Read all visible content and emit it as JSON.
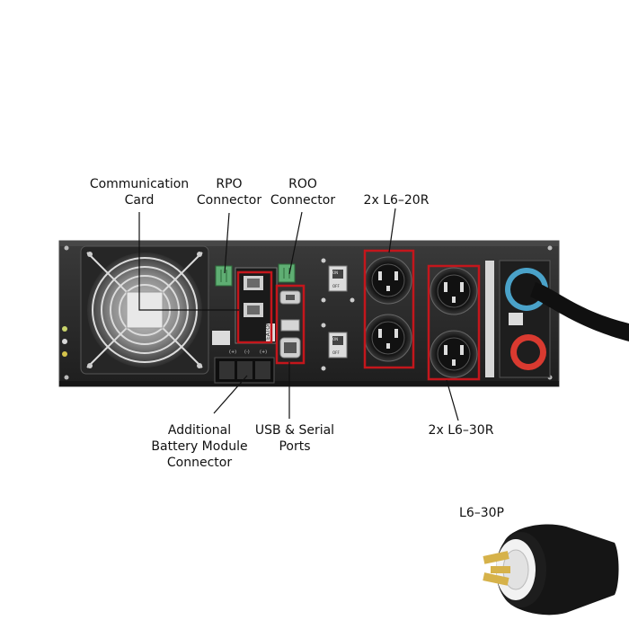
{
  "labels": {
    "communication_card": [
      "Communication",
      "Card"
    ],
    "rpo_connector": [
      "RPO",
      "Connector"
    ],
    "roo_connector": [
      "ROO",
      "Connector"
    ],
    "l6_20r": "2x L6–20R",
    "additional_battery": [
      "Additional",
      "Battery Module",
      "Connector"
    ],
    "usb_serial": [
      "USB & Serial",
      "Ports"
    ],
    "l6_30r": "2x L6–30R",
    "l6_30p": "L6–30P"
  },
  "device_text": {
    "brand": "EATON",
    "panel_marks": [
      "ON",
      "OFF"
    ]
  },
  "colors": {
    "highlight": "#c4161c",
    "chassis": "#2a2a2a",
    "chassis_edge": "#3a3a3a",
    "leader": "#111111",
    "plug_body": "#151515",
    "plug_face": "#f2f2f2",
    "plug_pins": "#d6b24a"
  }
}
